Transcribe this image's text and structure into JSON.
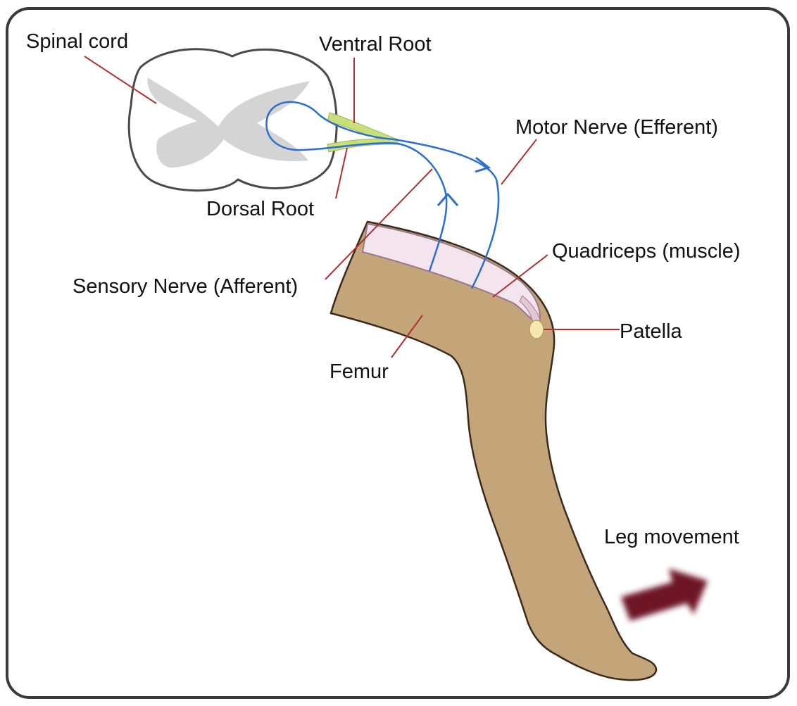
{
  "labels": {
    "spinal_cord": "Spinal cord",
    "ventral_root": "Ventral Root",
    "dorsal_root": "Dorsal Root",
    "motor_nerve": "Motor Nerve (Efferent)",
    "sensory_nerve": "Sensory Nerve (Afferent)",
    "quadriceps": "Quadriceps (muscle)",
    "patella": "Patella",
    "femur": "Femur",
    "leg_movement": "Leg movement"
  },
  "colors": {
    "leader_line": "#b03030",
    "nerve": "#2a6fd0",
    "root": "#c9e07a",
    "leg": "#c4a57a",
    "muscle": "#f3e4ee",
    "arrow": "#6e1426",
    "grey_matter": "#d4d4d4"
  }
}
